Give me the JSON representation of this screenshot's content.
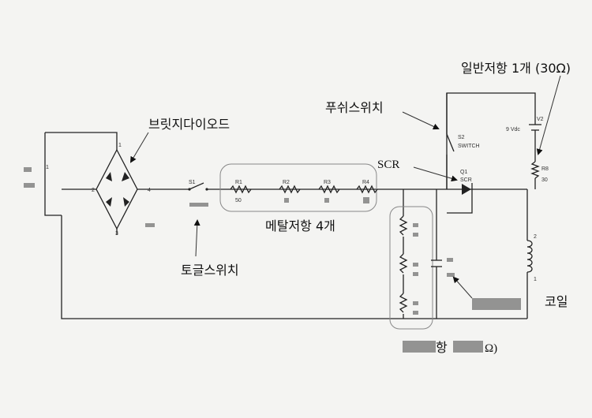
{
  "annotations": {
    "bridge_diode": "브릿지다이오드",
    "push_switch": "푸쉬스위치",
    "scr": "SCR",
    "general_resistor": "일반저항 1개 (30Ω)",
    "metal_resistors": "메탈저항 4개",
    "toggle_switch": "토글스위치",
    "coil": "코일",
    "bottom_resistors_partial": "항",
    "bottom_resistors_suffix": "Ω)"
  },
  "schematic": {
    "bridge_node_a": "2",
    "bridge_node_b": "4",
    "bridge_node_c": "1",
    "bridge_node_d": "3",
    "toggle_ref": "S1",
    "metal_r1_ref": "R1",
    "metal_r1_value": "50",
    "metal_r2_ref": "R2",
    "metal_r3_ref": "R3",
    "metal_r4_ref": "R4",
    "push_ref": "S2",
    "push_type": "SWITCH",
    "battery_ref": "V2",
    "battery_value": "9 Vdc",
    "scr_ref": "Q1",
    "scr_type": "SCR",
    "r30_ref": "R8",
    "r30_value": "30",
    "coil_node_top": "2",
    "coil_node_bottom": "1"
  },
  "colors": {
    "paper": "#f4f4f2",
    "ink": "#111111",
    "outline": "#888888"
  }
}
